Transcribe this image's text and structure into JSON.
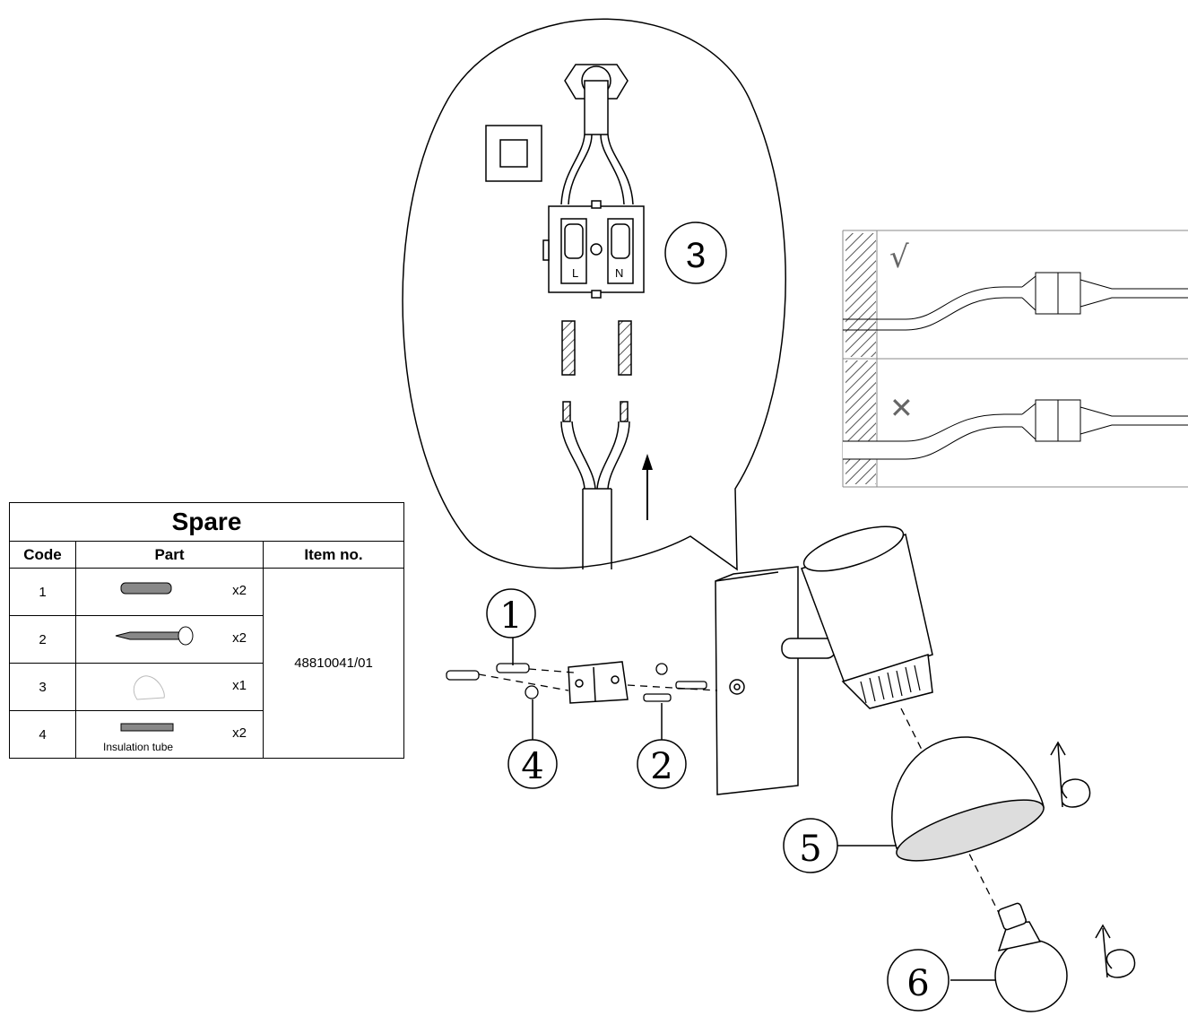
{
  "table": {
    "title": "Spare",
    "headers": [
      "Code",
      "Part",
      "Item no."
    ],
    "rows": [
      {
        "code": "1",
        "qty": "x2"
      },
      {
        "code": "2",
        "qty": "x2"
      },
      {
        "code": "3",
        "qty": "x1"
      },
      {
        "code": "4",
        "qty": "x2",
        "note": "Insulation tube"
      }
    ],
    "item_no": "48810041/01"
  },
  "callouts": {
    "c1": "1",
    "c2": "2",
    "c3": "3",
    "c4": "4",
    "c5": "5",
    "c6": "6"
  },
  "terminals": {
    "left": "L",
    "right": "N"
  },
  "wiring_marks": {
    "correct": "√",
    "wrong": "✕"
  }
}
